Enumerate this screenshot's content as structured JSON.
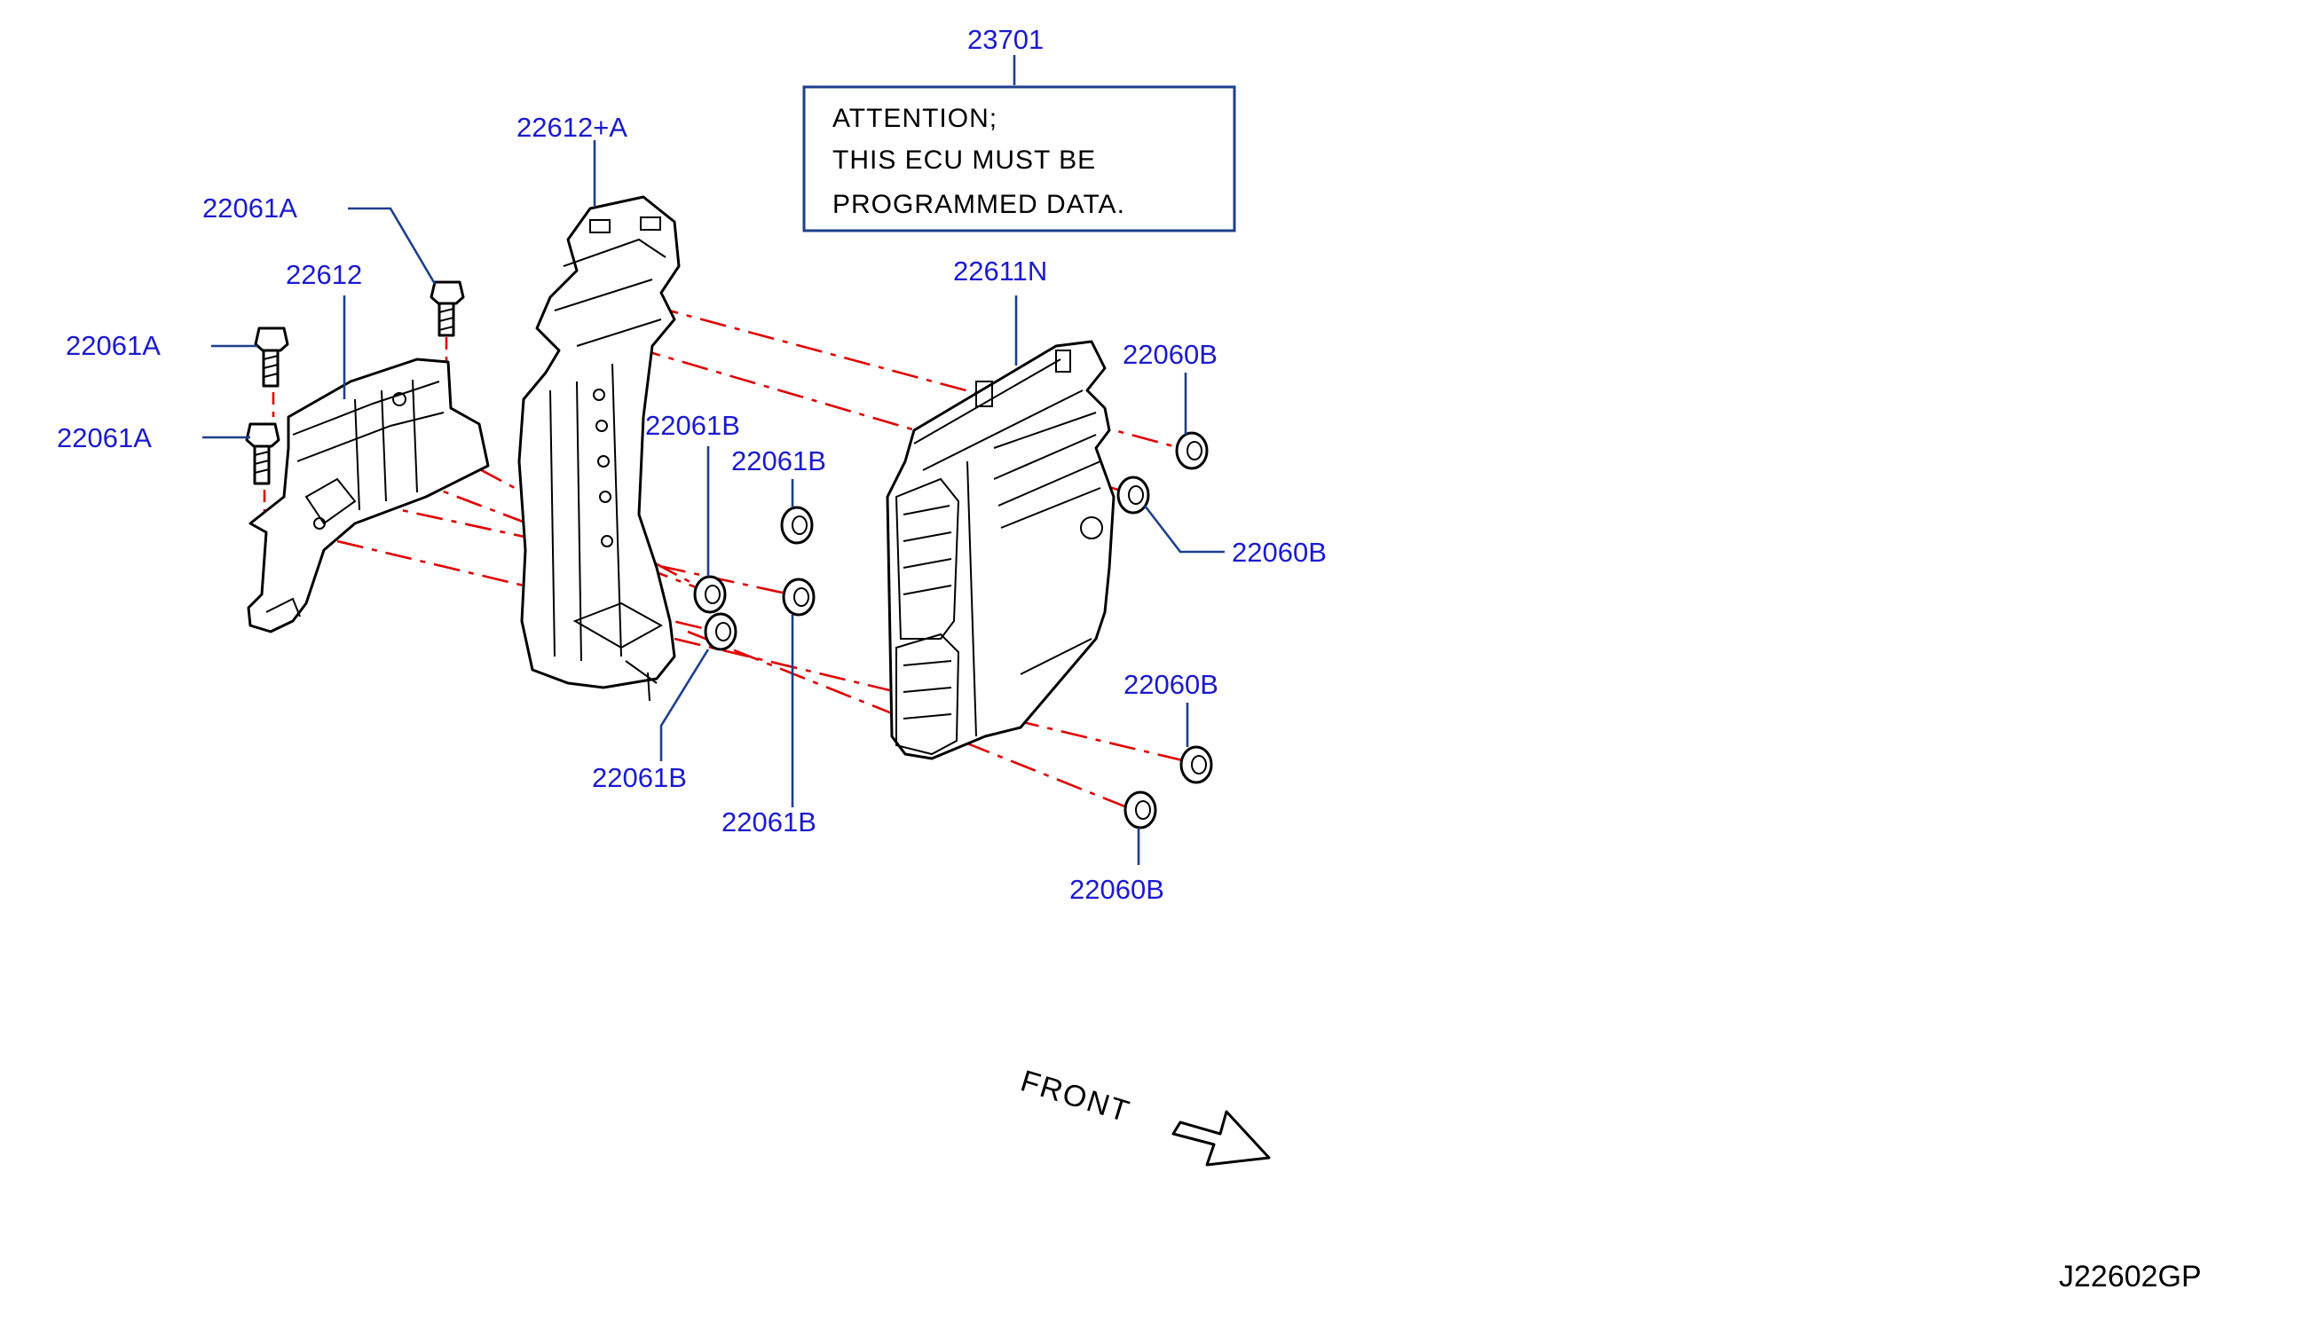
{
  "part_labels": {
    "p23701": "23701",
    "p22612A": "22612+A",
    "p22061A_top": "22061A",
    "p22612": "22612",
    "p22061A_mid": "22061A",
    "p22061A_low": "22061A",
    "p22611N": "22611N",
    "p22060B_1": "22060B",
    "p22061B_1": "22061B",
    "p22061B_2": "22061B",
    "p22060B_2": "22060B",
    "p22060B_3": "22060B",
    "p22061B_3": "22061B",
    "p22061B_4": "22061B",
    "p22060B_4": "22060B"
  },
  "note": {
    "line1": "ATTENTION;",
    "line2": "THIS  ECU  MUST  BE",
    "line3": "PROGRAMMED  DATA."
  },
  "front_label": "FRONT",
  "diagram_code": "J22602GP",
  "colors": {
    "label": "#1a1ad0",
    "leader": "#1c3f8c",
    "guide": "#e00000",
    "part_outline": "#000000"
  }
}
